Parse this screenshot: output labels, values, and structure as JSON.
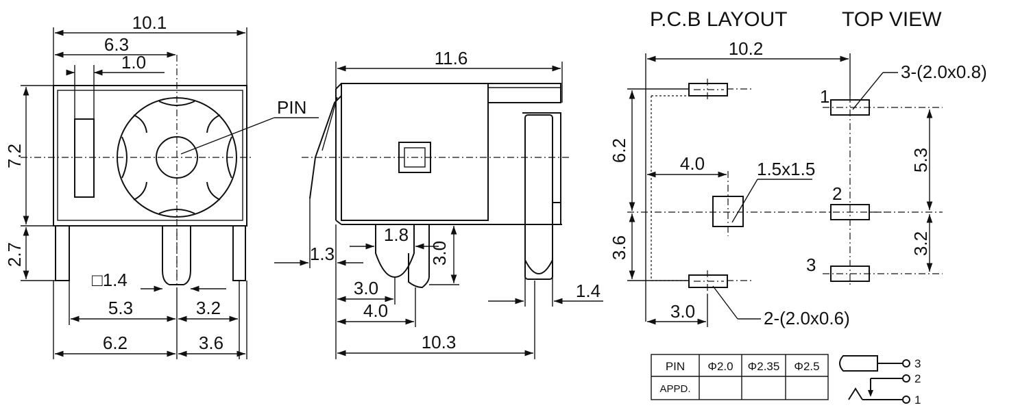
{
  "front_view": {
    "dim_width": "10.1",
    "dim_center": "6.3",
    "dim_slot": "1.0",
    "dim_height": "7.2",
    "dim_pin_len": "2.7",
    "dim_pin_sq": "□1.4",
    "dim_left_pins": "5.3",
    "dim_right_pins": "3.2",
    "dim_base_left": "6.2",
    "dim_base_right": "3.6",
    "pin_label": "PIN"
  },
  "side_view": {
    "dim_length": "11.6",
    "dim_1_3": "1.3",
    "dim_1_8": "1.8",
    "dim_3_0_vert": "3.0",
    "dim_3_0": "3.0",
    "dim_4_0": "4.0",
    "dim_10_3": "10.3",
    "dim_1_4": "1.4"
  },
  "pcb_layout": {
    "title_pcb": "P.C.B LAYOUT",
    "title_top": "TOP VIEW",
    "dim_10_2": "10.2",
    "dim_6_2": "6.2",
    "dim_3_6": "3.6",
    "dim_4_0": "4.0",
    "dim_3_0": "3.0",
    "dim_5_3": "5.3",
    "dim_3_2": "3.2",
    "pad_square": "1.5x1.5",
    "pads_large": "3-(2.0x0.8)",
    "pads_small": "2-(2.0x0.6)",
    "pin_1": "1",
    "pin_2": "2",
    "pin_3": "3"
  },
  "spec_table": {
    "row1": [
      "PIN",
      "Φ2.0",
      "Φ2.35",
      "Φ2.5"
    ],
    "row2_label": "APPD."
  },
  "schematic": {
    "term_3": "3",
    "term_2": "2",
    "term_1": "1"
  }
}
